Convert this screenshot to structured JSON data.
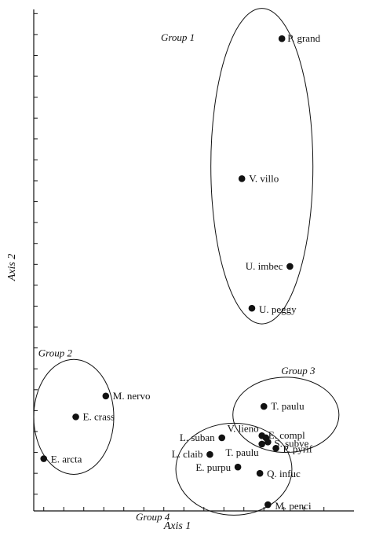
{
  "chart_data": {
    "type": "scatter",
    "title": "",
    "xlabel": "Axis 1",
    "ylabel": "Axis 2",
    "xlim": [
      0,
      16
    ],
    "ylim": [
      0,
      24
    ],
    "x_ticks": [
      0.5,
      1.5,
      2.5,
      3.5,
      4.5,
      5.5,
      6.5,
      7.5,
      8.5,
      9.5,
      10.5,
      11.5,
      12.5,
      13.5,
      14.5
    ],
    "y_ticks": [
      0.8,
      1.8,
      2.8,
      3.8,
      4.8,
      5.8,
      6.8,
      7.8,
      8.8,
      9.8,
      10.8,
      11.8,
      12.8,
      13.8,
      14.8,
      15.8,
      16.8,
      17.8,
      18.8,
      19.8,
      20.8,
      21.8,
      22.8,
      23.8
    ],
    "grid": false,
    "point_color": "#111111",
    "groups": [
      {
        "label": "Group 1",
        "center": [
          11.4,
          16.5
        ],
        "radii": [
          2.55,
          7.55
        ]
      },
      {
        "label": "Group 2",
        "center": [
          2.0,
          4.5
        ],
        "radii": [
          2.0,
          2.75
        ]
      },
      {
        "label": "Group 3",
        "center": [
          12.6,
          4.6
        ],
        "radii": [
          2.65,
          1.8
        ]
      },
      {
        "label": "Group 4",
        "center": [
          10.0,
          2.0
        ],
        "radii": [
          2.9,
          2.2
        ]
      }
    ],
    "points": [
      {
        "label": "P. grand",
        "x": 12.4,
        "y": 22.6
      },
      {
        "label": "V. villo",
        "x": 10.4,
        "y": 15.9
      },
      {
        "label": "U. imbec",
        "x": 12.8,
        "y": 11.7
      },
      {
        "label": "U. peggy",
        "x": 10.9,
        "y": 9.7
      },
      {
        "label": "M. nervo",
        "x": 3.6,
        "y": 5.5
      },
      {
        "label": "E. crass",
        "x": 2.1,
        "y": 4.5
      },
      {
        "label": "E. arcta",
        "x": 0.5,
        "y": 2.5
      },
      {
        "label": "T. paulu",
        "x": 11.5,
        "y": 5.0
      },
      {
        "label": "V. lieno",
        "x": 11.4,
        "y": 3.6
      },
      {
        "label": "E. compl",
        "x": 11.6,
        "y": 3.5
      },
      {
        "label": "S. subve",
        "x": 11.7,
        "y": 3.3
      },
      {
        "label": "T. paulu",
        "x": 11.4,
        "y": 3.2
      },
      {
        "label": "P. pyrif",
        "x": 12.1,
        "y": 3.0
      },
      {
        "label": "L. suban",
        "x": 9.4,
        "y": 3.5
      },
      {
        "label": "L. claib",
        "x": 8.8,
        "y": 2.7
      },
      {
        "label": "E. purpu",
        "x": 10.2,
        "y": 2.1
      },
      {
        "label": "Q. infuc",
        "x": 11.3,
        "y": 1.8
      },
      {
        "label": "M. penci",
        "x": 11.7,
        "y": 0.3
      }
    ]
  }
}
